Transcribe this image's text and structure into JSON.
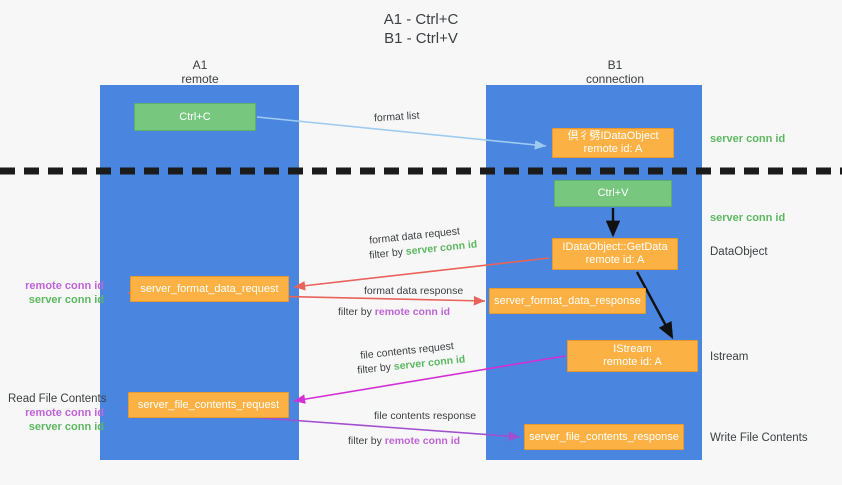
{
  "title": "A1 - Ctrl+C\nB1 - Ctrl+V",
  "lanes": {
    "a": {
      "header": "A1\nremote"
    },
    "b": {
      "header": "B1\nconnection"
    }
  },
  "nodes": {
    "ctrl_c": "Ctrl+C",
    "idataobject_remote": "倶彳劈IDataObject\nremote id: A",
    "ctrl_v": "Ctrl+V",
    "getdata": "IDataObject::GetData\nremote id: A",
    "server_format_data_request": "server_format_data_request",
    "server_format_data_response": "server_format_data_response",
    "istream": "IStream\nremote id: A",
    "server_file_contents_request": "server_file_contents_request",
    "server_file_contents_response": "server_file_contents_response"
  },
  "side_labels": {
    "server_conn_id_top": "server conn id",
    "server_conn_id_second": "server conn id",
    "dataobject": "DataObject",
    "istream": "Istream",
    "write_file_contents": "Write File Contents"
  },
  "left_labels": {
    "mid_remote": "remote conn id",
    "mid_server": "server conn id",
    "read_file_contents": "Read File Contents",
    "low_remote": "remote conn id",
    "low_server": "server conn id"
  },
  "wire_labels": {
    "format_list": "format list",
    "format_data_request": "format data request",
    "format_data_request_filter_prefix": "filter by ",
    "format_data_request_filter_value": "server conn id",
    "format_data_response": "format data response",
    "format_data_response_filter_prefix": "filter by ",
    "format_data_response_filter_value": "remote conn id",
    "file_contents_request": "file contents request",
    "file_contents_request_filter_prefix": "filter by ",
    "file_contents_request_filter_value": "server conn id",
    "file_contents_response": "file contents response",
    "file_contents_response_filter_prefix": "filter by ",
    "file_contents_response_filter_value": "remote conn id"
  },
  "colors": {
    "lane": "#4a86e0",
    "green_node": "#77c77f",
    "orange_node": "#fbb143",
    "green_text": "#5cb860",
    "purple_text": "#c063d8",
    "arrow_blue": "#9ecbf0",
    "arrow_red": "#e8635a",
    "arrow_magenta": "#d42fd4",
    "arrow_purple": "#a04fd0",
    "divider": "#1b1b1b"
  }
}
